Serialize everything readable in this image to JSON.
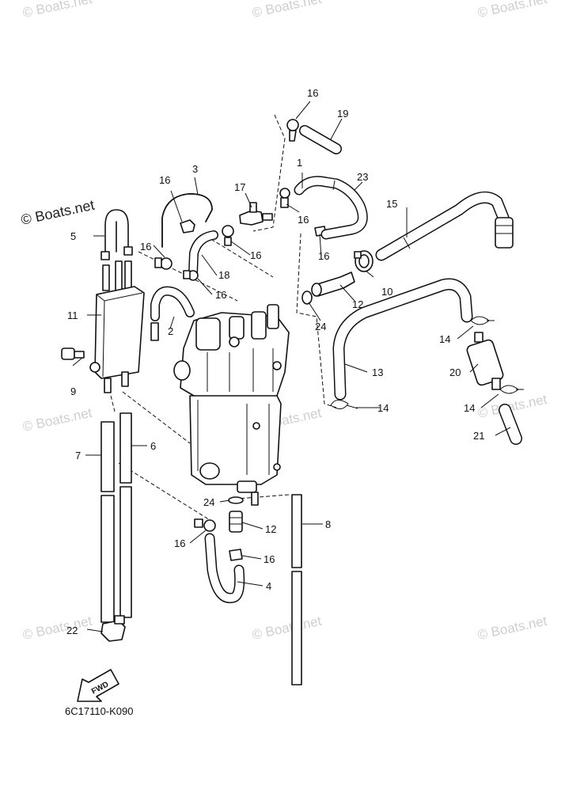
{
  "diagram": {
    "code": "6C17110-K090",
    "direction_label": "FWD",
    "watermark_text": "© Boats.net",
    "labels": {
      "p1": "1",
      "p2": "2",
      "p3": "3",
      "p4": "4",
      "p5": "5",
      "p6": "6",
      "p7": "7",
      "p8": "8",
      "p9": "9",
      "p10": "10",
      "p11": "11",
      "p12a": "12",
      "p12b": "12",
      "p13": "13",
      "p14a": "14",
      "p14b": "14",
      "p14c": "14",
      "p15": "15",
      "p16a": "16",
      "p16b": "16",
      "p16c": "16",
      "p16d": "16",
      "p16e": "16",
      "p16f": "16",
      "p16g": "16",
      "p16h": "16",
      "p16i": "16",
      "p17": "17",
      "p18": "18",
      "p19": "19",
      "p20": "20",
      "p21": "21",
      "p22": "22",
      "p23": "23",
      "p24a": "24",
      "p24b": "24"
    }
  }
}
